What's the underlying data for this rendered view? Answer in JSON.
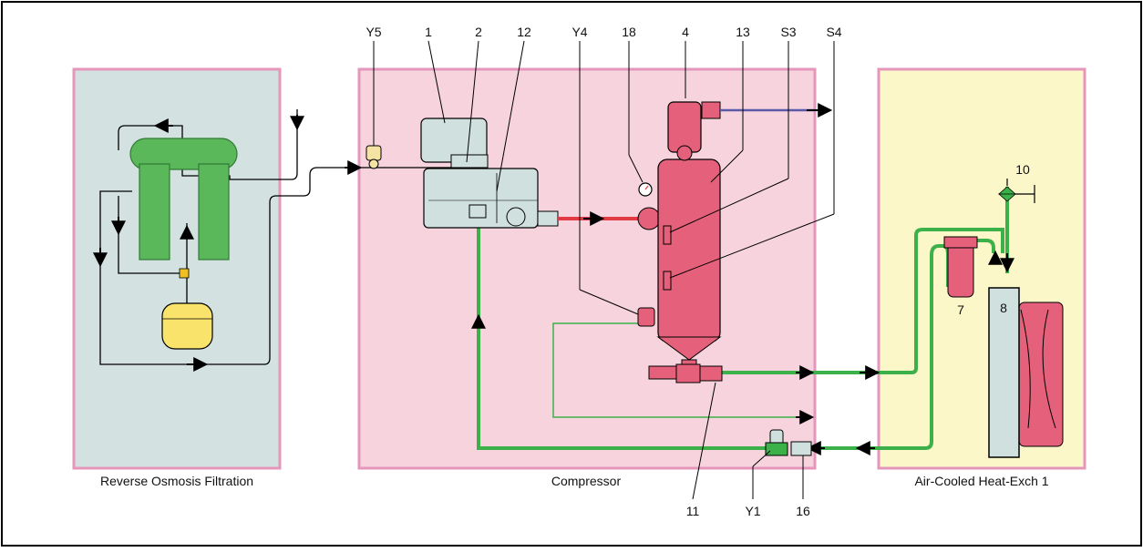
{
  "panels": {
    "ro": {
      "label": "Reverse Osmosis Filtration",
      "color": "#d3e2e0",
      "border": "#e497ba"
    },
    "compressor": {
      "label": "Compressor",
      "color": "#f6d3dd",
      "border": "#e497ba"
    },
    "hx": {
      "label": "Air-Cooled Heat-Exch 1",
      "color": "#fcf7c9",
      "border": "#e497ba"
    }
  },
  "top_callouts": {
    "y5": "Y5",
    "c1": "1",
    "c2": "2",
    "c12": "12",
    "y4": "Y4",
    "c18": "18",
    "c4": "4",
    "c13": "13",
    "s3": "S3",
    "s4": "S4"
  },
  "bottom_callouts": {
    "c11": "11",
    "y1": "Y1",
    "c16": "16"
  },
  "hx_callouts": {
    "c10": "10",
    "c7": "7",
    "c8": "8"
  },
  "colors": {
    "pipe_green": "#3cb14a",
    "pipe_red": "#e23b43",
    "pipe_blue": "#5a5aa8",
    "vessel_red": "#e5607a",
    "ro_green": "#5bb85a",
    "tank_yellow": "#fae36a",
    "machine_grey": "#cfe0de",
    "frame": "#000000"
  }
}
